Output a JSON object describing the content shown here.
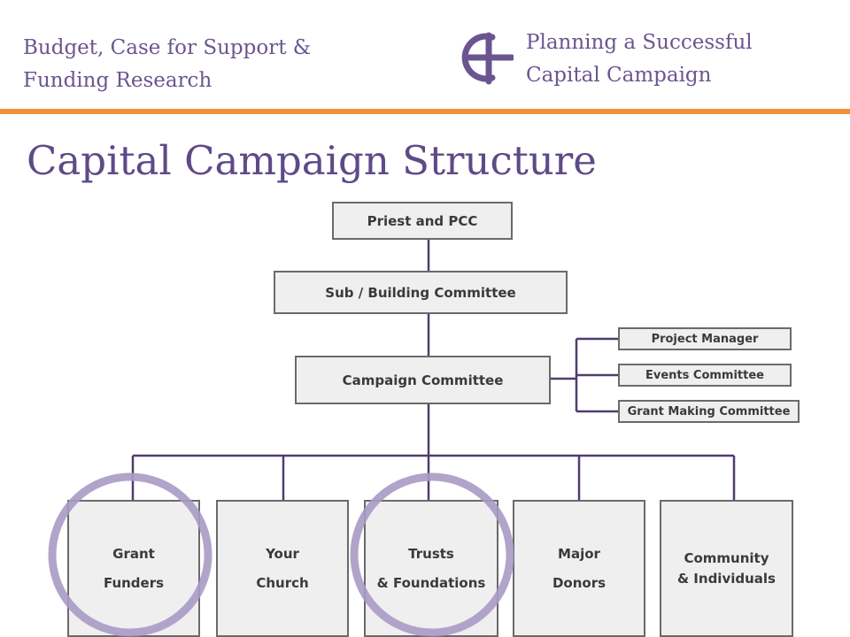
{
  "header": {
    "left_line1": "Budget, Case for Support &",
    "left_line2": "Funding Research",
    "right_line1": "Planning a Successful",
    "right_line2": "Capital Campaign",
    "logo_icon": "diocese-cross-logo",
    "accent_color": "#f0923a",
    "text_color": "#6b5590"
  },
  "title": "Capital Campaign Structure",
  "org_chart": {
    "top": "Priest and PCC",
    "sub": "Sub / Building Committee",
    "campaign": "Campaign Committee",
    "side": [
      "Project Manager",
      "Events Committee",
      "Grant Making Committee"
    ],
    "bottom": [
      {
        "line1": "Grant",
        "line2": "Funders",
        "highlighted": true
      },
      {
        "line1": "Your",
        "line2": "Church",
        "highlighted": false
      },
      {
        "line1": "Trusts",
        "line2": "& Foundations",
        "highlighted": true
      },
      {
        "line1": "Major",
        "line2": "Donors",
        "highlighted": false
      },
      {
        "line1": "Community",
        "line2": "& Individuals",
        "highlighted": false
      }
    ],
    "line_color": "#4f3d6e",
    "highlight_color": "#a99ac4"
  }
}
